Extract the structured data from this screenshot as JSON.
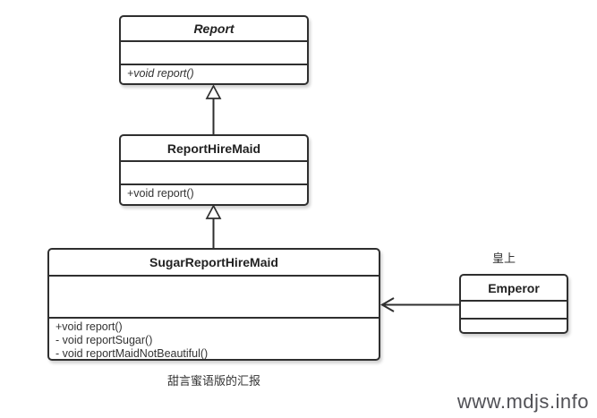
{
  "diagram": {
    "type": "uml-class-diagram",
    "classes": [
      {
        "name": "Report",
        "abstract": true,
        "attributes": [],
        "methods": [
          "+void report()"
        ]
      },
      {
        "name": "ReportHireMaid",
        "abstract": false,
        "attributes": [],
        "methods": [
          "+void report()"
        ]
      },
      {
        "name": "SugarReportHireMaid",
        "abstract": false,
        "attributes": [],
        "methods": [
          "+void report()",
          "- void reportSugar()",
          "- void reportMaidNotBeautiful()"
        ]
      },
      {
        "name": "Emperor",
        "abstract": false,
        "attributes": [],
        "methods": []
      }
    ],
    "relations": [
      {
        "type": "generalization",
        "from": "ReportHireMaid",
        "to": "Report"
      },
      {
        "type": "generalization",
        "from": "SugarReportHireMaid",
        "to": "ReportHireMaid"
      },
      {
        "type": "directed-association",
        "from": "Emperor",
        "to": "SugarReportHireMaid"
      }
    ],
    "labels": {
      "emperor_note": "皇上",
      "caption": "甜言蜜语版的汇报"
    },
    "watermark": "www.mdjs.info",
    "colors": {
      "line": "#2f2f2f",
      "text": "#333333",
      "watermark": "#515156",
      "background": "#ffffff"
    }
  }
}
